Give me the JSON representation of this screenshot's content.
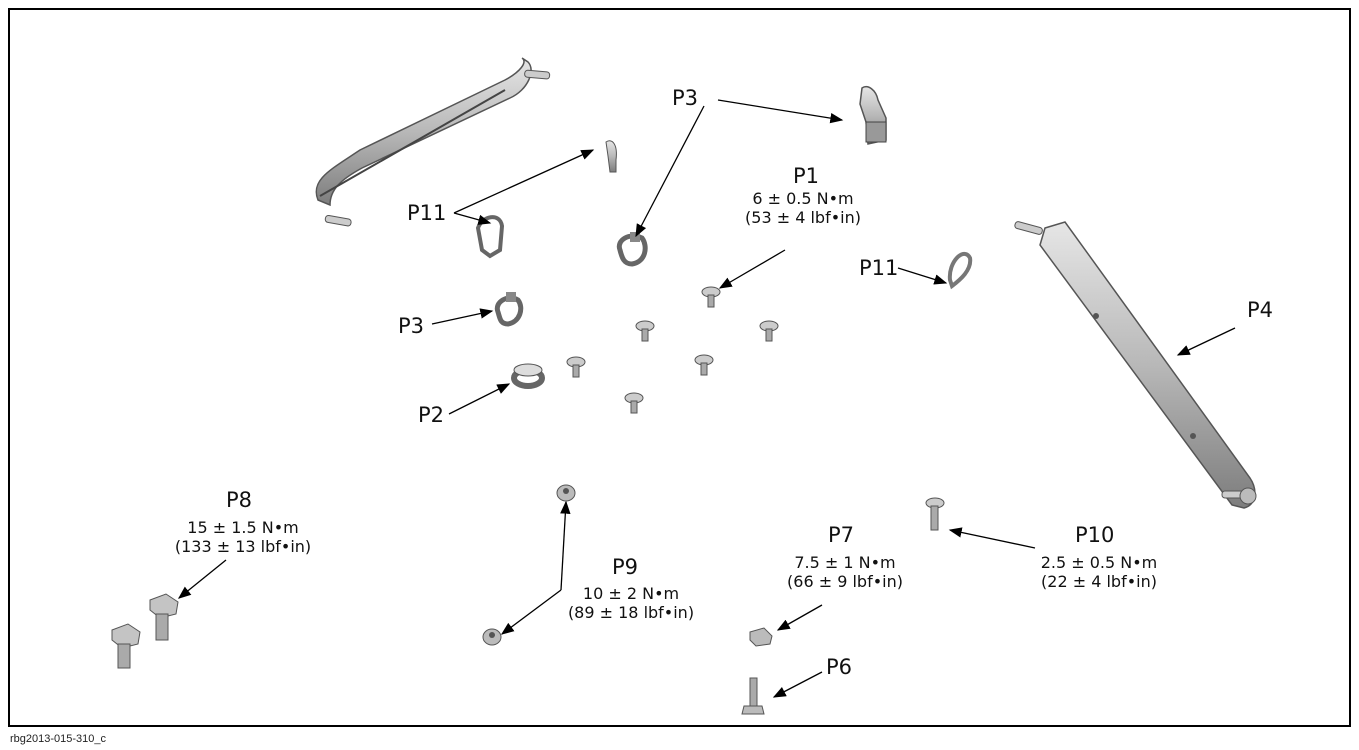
{
  "figure_id": "rbg2013-015-310_c",
  "callouts": {
    "p1": {
      "label": "P1",
      "torque_nm": "6 ± 0.5 N•m",
      "torque_imp": "(53 ± 4 lbf•in)"
    },
    "p2": {
      "label": "P2"
    },
    "p3_top": {
      "label": "P3"
    },
    "p3_left": {
      "label": "P3"
    },
    "p4": {
      "label": "P4"
    },
    "p6": {
      "label": "P6"
    },
    "p7": {
      "label": "P7",
      "torque_nm": "7.5 ± 1 N•m",
      "torque_imp": "(66 ± 9 lbf•in)"
    },
    "p8": {
      "label": "P8",
      "torque_nm": "15 ± 1.5 N•m",
      "torque_imp": "(133 ± 13 lbf•in)"
    },
    "p9": {
      "label": "P9",
      "torque_nm": "10 ± 2 N•m",
      "torque_imp": "(89 ± 18 lbf•in)"
    },
    "p10": {
      "label": "P10",
      "torque_nm": "2.5 ± 0.5 N•m",
      "torque_imp": "(22 ± 4 lbf•in)"
    },
    "p11_left": {
      "label": "P11"
    },
    "p11_right": {
      "label": "P11"
    }
  },
  "colors": {
    "part_fill": "#c9c9c9",
    "part_dark": "#7a7a7a",
    "line": "#000000"
  }
}
